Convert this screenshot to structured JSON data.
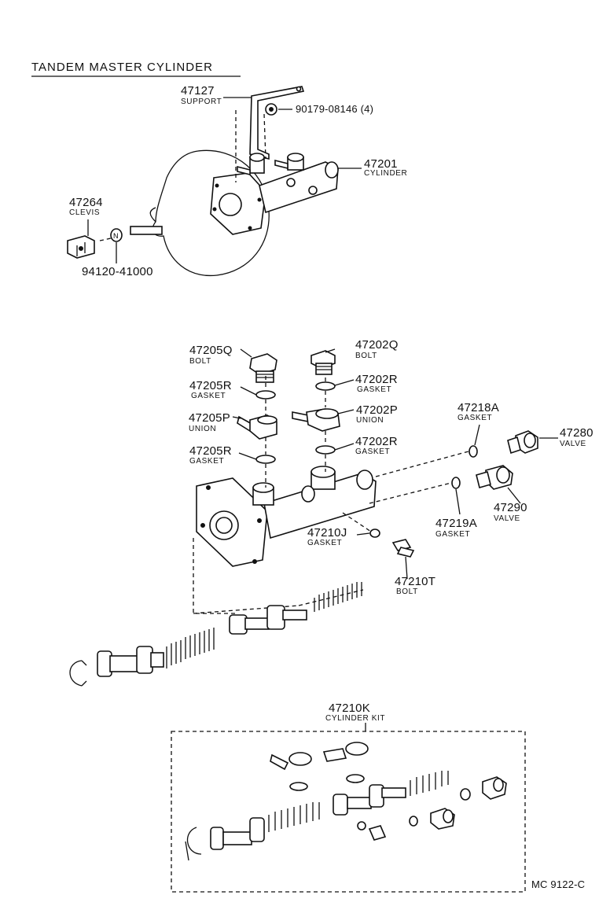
{
  "title": "TANDEM MASTER CYLINDER",
  "figure_code": "MC 9122-C",
  "parts": {
    "support": {
      "number": "47127",
      "name": "SUPPORT"
    },
    "bolt_90179": {
      "number": "90179-08146 (4)"
    },
    "cylinder": {
      "number": "47201",
      "name": "CYLINDER"
    },
    "clevis": {
      "number": "47264",
      "name": "CLEVIS"
    },
    "nut_94120": {
      "number": "94120-41000"
    },
    "bolt_47205q": {
      "number": "47205Q",
      "name": "BOLT"
    },
    "bolt_47202q": {
      "number": "47202Q",
      "name": "BOLT"
    },
    "gasket_47205r_a": {
      "number": "47205R",
      "name": "GASKET"
    },
    "gasket_47202r_a": {
      "number": "47202R",
      "name": "GASKET"
    },
    "union_47205p": {
      "number": "47205P",
      "name": "UNION"
    },
    "union_47202p": {
      "number": "47202P",
      "name": "UNION"
    },
    "gasket_47205r_b": {
      "number": "47205R",
      "name": "GASKET"
    },
    "gasket_47202r_b": {
      "number": "47202R",
      "name": "GASKET"
    },
    "gasket_47218a": {
      "number": "47218A",
      "name": "GASKET"
    },
    "valve_47280": {
      "number": "47280",
      "name": "VALVE"
    },
    "valve_47290": {
      "number": "47290",
      "name": "VALVE"
    },
    "gasket_47219a": {
      "number": "47219A",
      "name": "GASKET"
    },
    "gasket_47210j": {
      "number": "47210J",
      "name": "GASKET"
    },
    "bolt_47210t": {
      "number": "47210T",
      "name": "BOLT"
    },
    "kit_47210k": {
      "number": "47210K",
      "name": "CYLINDER KIT"
    }
  }
}
